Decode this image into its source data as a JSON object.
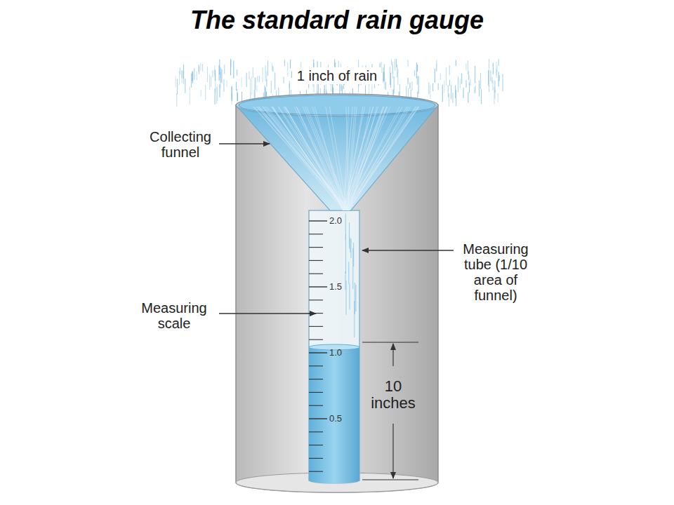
{
  "diagram": {
    "title": "The standard rain gauge",
    "labels": [
      "1 inch of rain",
      "Collecting funnel",
      "2.0",
      "Measuring tube (1/10 area of funnel)",
      "1.5",
      "Measuring scale",
      "1.0",
      "10 inches",
      "0.5"
    ]
  }
}
